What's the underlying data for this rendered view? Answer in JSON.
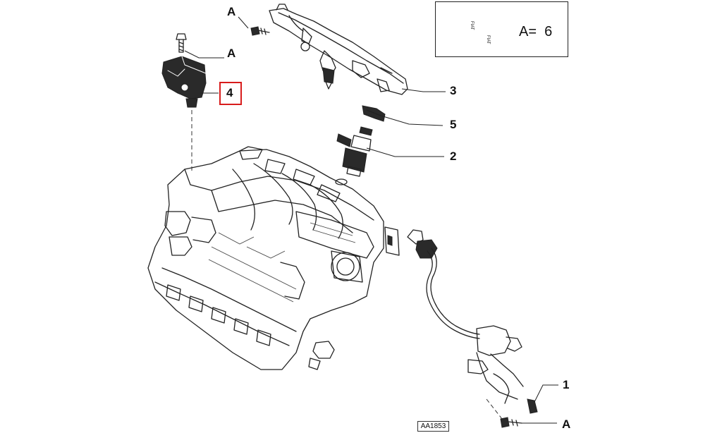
{
  "callouts": {
    "a_top": "A",
    "a_mid": "A",
    "a_bottom": "A",
    "num_1": "1",
    "num_2": "2",
    "num_3": "3",
    "num_4": "4",
    "num_5": "5"
  },
  "tolerance_box": {
    "text": "A=  6",
    "icon_labels": [
      "FIAT",
      "FIAT"
    ]
  },
  "reference_code": "AA1853",
  "highlight_color": "#d81c1c"
}
